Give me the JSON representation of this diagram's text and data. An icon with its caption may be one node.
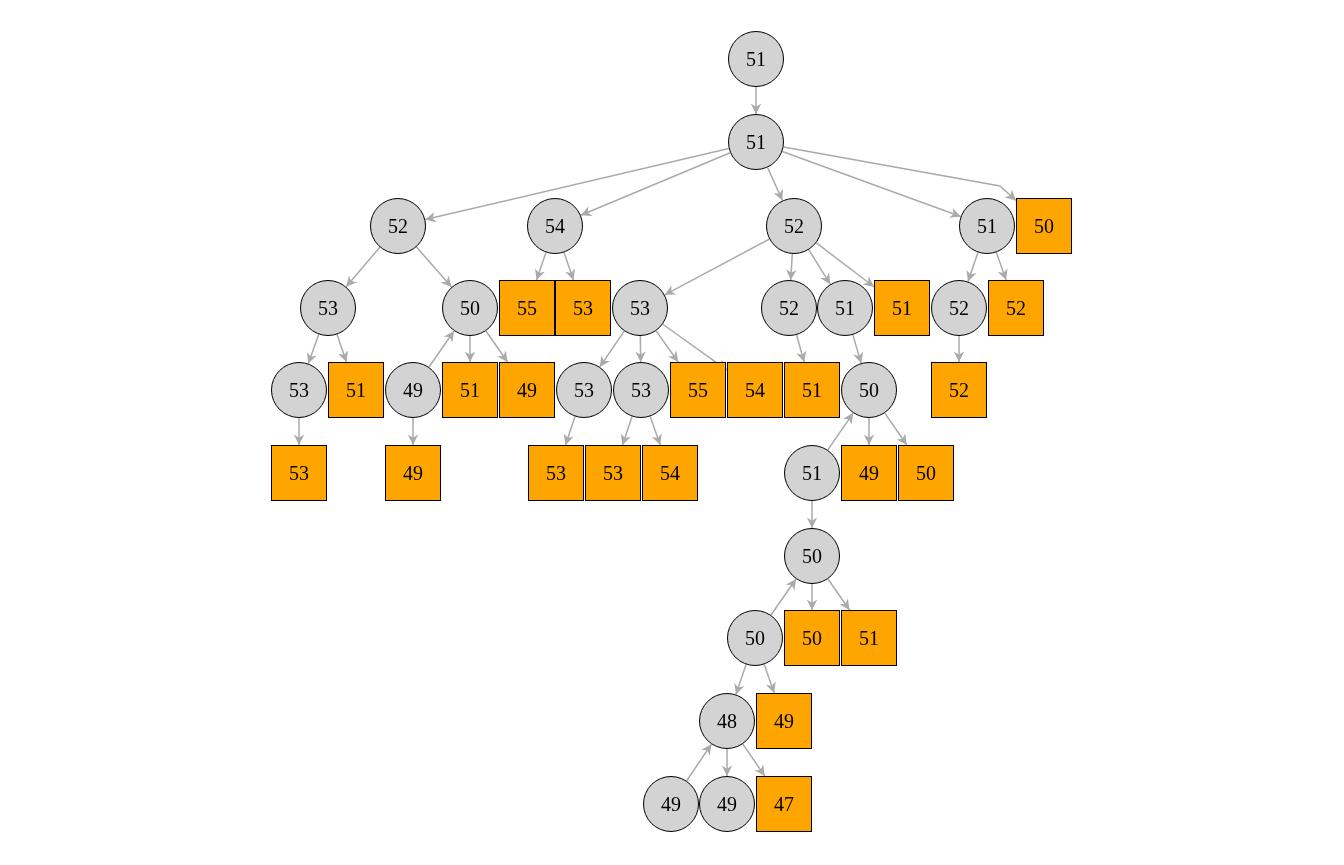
{
  "diagram": {
    "nodes": [
      {
        "text": [
          "51"
        ]
      },
      {
        "text": [
          "51"
        ]
      },
      {
        "text": [
          "52"
        ]
      },
      {
        "text": [
          "54"
        ]
      },
      {
        "text": [
          "52"
        ]
      },
      {
        "text": [
          "51"
        ]
      },
      {
        "text": [
          "50"
        ]
      },
      {
        "text": [
          "53"
        ]
      },
      {
        "text": [
          "50"
        ]
      },
      {
        "text": [
          "55"
        ]
      },
      {
        "text": [
          "53"
        ]
      },
      {
        "text": [
          "53"
        ]
      },
      {
        "text": [
          "52"
        ]
      },
      {
        "text": [
          "51"
        ]
      },
      {
        "text": [
          "51"
        ]
      },
      {
        "text": [
          "52"
        ]
      },
      {
        "text": [
          "52"
        ]
      },
      {
        "text": [
          "53"
        ]
      },
      {
        "text": [
          "51"
        ]
      },
      {
        "text": [
          "49"
        ]
      },
      {
        "text": [
          "51"
        ]
      },
      {
        "text": [
          "49"
        ]
      },
      {
        "text": [
          "53"
        ]
      },
      {
        "text": [
          "53"
        ]
      },
      {
        "text": [
          "55"
        ]
      },
      {
        "text": [
          "54"
        ]
      },
      {
        "text": [
          "51"
        ]
      },
      {
        "text": [
          "50"
        ]
      },
      {
        "text": [
          "52"
        ]
      },
      {
        "text": [
          "53"
        ]
      },
      {
        "text": [
          "49"
        ]
      },
      {
        "text": [
          "53"
        ]
      },
      {
        "text": [
          "53"
        ]
      },
      {
        "text": [
          "54"
        ]
      },
      {
        "text": [
          "51"
        ]
      },
      {
        "text": [
          "49"
        ]
      },
      {
        "text": [
          "50"
        ]
      },
      {
        "text": [
          "50"
        ]
      },
      {
        "text": [
          "50"
        ]
      },
      {
        "text": [
          "50"
        ]
      },
      {
        "text": [
          "51"
        ]
      },
      {
        "text": [
          "48"
        ]
      },
      {
        "text": [
          "49"
        ]
      },
      {
        "text": [
          "49"
        ]
      },
      {
        "text": [
          "49"
        ]
      },
      {
        "text": [
          "47"
        ]
      }
    ],
    "edges": [
      {
        "from": 0,
        "to": 1,
        "arrow": "to"
      },
      {
        "from": 1,
        "to": 2,
        "arrow": "to"
      },
      {
        "from": 1,
        "to": 3,
        "arrow": "to"
      },
      {
        "from": 1,
        "to": 4,
        "arrow": "to"
      },
      {
        "from": 1,
        "to": 5,
        "arrow": "to"
      },
      {
        "from": 1,
        "to": 6,
        "arrow": "to"
      },
      {
        "from": 2,
        "to": 7,
        "arrow": "to"
      },
      {
        "from": 2,
        "to": 8,
        "arrow": "to"
      },
      {
        "from": 3,
        "to": 9,
        "arrow": "to"
      },
      {
        "from": 3,
        "to": 10,
        "arrow": "to"
      },
      {
        "from": 4,
        "to": 11,
        "arrow": "to"
      },
      {
        "from": 4,
        "to": 12,
        "arrow": "to"
      },
      {
        "from": 4,
        "to": 13,
        "arrow": "to"
      },
      {
        "from": 4,
        "to": 14,
        "arrow": "to"
      },
      {
        "from": 5,
        "to": 15,
        "arrow": "to"
      },
      {
        "from": 5,
        "to": 16,
        "arrow": "to"
      },
      {
        "from": 7,
        "to": 17,
        "arrow": "to"
      },
      {
        "from": 7,
        "to": 18,
        "arrow": "to"
      },
      {
        "from": 19,
        "to": 8,
        "arrow": "to"
      },
      {
        "from": 8,
        "to": 20,
        "arrow": "to"
      },
      {
        "from": 8,
        "to": 21,
        "arrow": "to"
      },
      {
        "from": 11,
        "to": 22,
        "arrow": "to"
      },
      {
        "from": 11,
        "to": 23,
        "arrow": "to"
      },
      {
        "from": 11,
        "to": 24,
        "arrow": "to"
      },
      {
        "from": 11,
        "to": 25,
        "arrow": "to"
      },
      {
        "from": 12,
        "to": 26,
        "arrow": "to"
      },
      {
        "from": 13,
        "to": 27,
        "arrow": "to"
      },
      {
        "from": 15,
        "to": 28,
        "arrow": "to"
      },
      {
        "from": 17,
        "to": 29,
        "arrow": "to"
      },
      {
        "from": 19,
        "to": 30,
        "arrow": "to"
      },
      {
        "from": 22,
        "to": 31,
        "arrow": "to"
      },
      {
        "from": 23,
        "to": 32,
        "arrow": "to"
      },
      {
        "from": 23,
        "to": 33,
        "arrow": "to"
      },
      {
        "from": 34,
        "to": 27,
        "arrow": "to"
      },
      {
        "from": 27,
        "to": 35,
        "arrow": "to"
      },
      {
        "from": 27,
        "to": 36,
        "arrow": "to"
      },
      {
        "from": 34,
        "to": 37,
        "arrow": "to"
      },
      {
        "from": 38,
        "to": 37,
        "arrow": "to"
      },
      {
        "from": 37,
        "to": 39,
        "arrow": "to"
      },
      {
        "from": 37,
        "to": 40,
        "arrow": "to"
      },
      {
        "from": 38,
        "to": 41,
        "arrow": "to"
      },
      {
        "from": 38,
        "to": 42,
        "arrow": "to"
      },
      {
        "from": 43,
        "to": 41,
        "arrow": "to"
      },
      {
        "from": 41,
        "to": 44,
        "arrow": "to"
      },
      {
        "from": 41,
        "to": 45,
        "arrow": "to"
      }
    ]
  }
}
